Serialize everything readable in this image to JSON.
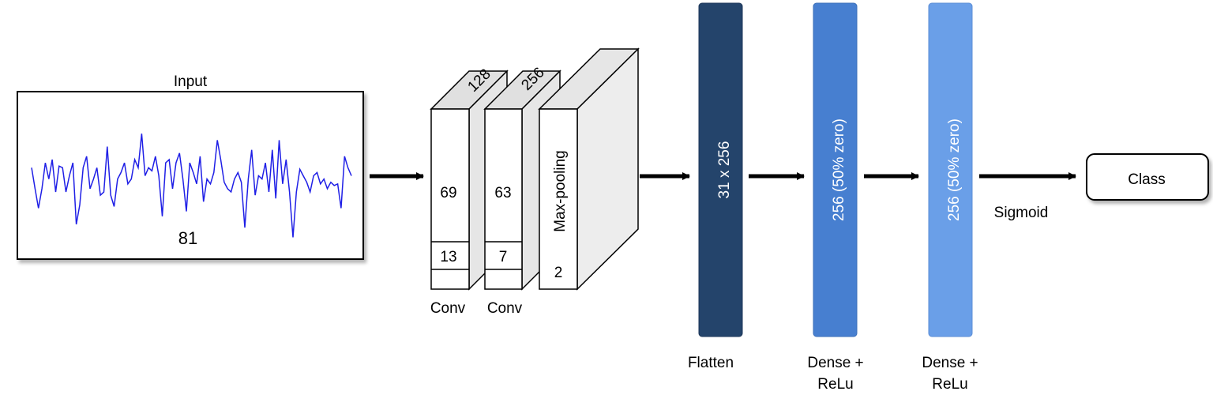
{
  "input": {
    "title": "Input",
    "size": "81",
    "signal_color": "#1f1fe6",
    "signal": [
      0.55,
      0.42,
      0.3,
      0.42,
      0.58,
      0.48,
      0.6,
      0.4,
      0.56,
      0.55,
      0.4,
      0.5,
      0.58,
      0.2,
      0.32,
      0.55,
      0.62,
      0.42,
      0.48,
      0.55,
      0.38,
      0.4,
      0.68,
      0.38,
      0.31,
      0.48,
      0.52,
      0.58,
      0.45,
      0.48,
      0.6,
      0.55,
      0.76,
      0.5,
      0.55,
      0.53,
      0.62,
      0.5,
      0.25,
      0.58,
      0.6,
      0.42,
      0.58,
      0.64,
      0.48,
      0.28,
      0.58,
      0.52,
      0.45,
      0.62,
      0.34,
      0.48,
      0.45,
      0.52,
      0.72,
      0.6,
      0.46,
      0.42,
      0.4,
      0.48,
      0.52,
      0.46,
      0.18,
      0.48,
      0.66,
      0.38,
      0.5,
      0.48,
      0.58,
      0.4,
      0.66,
      0.36,
      0.72,
      0.45,
      0.6,
      0.4,
      0.12,
      0.4,
      0.54,
      0.5,
      0.46,
      0.4,
      0.5,
      0.52,
      0.45,
      0.48,
      0.42,
      0.46,
      0.44,
      0.45,
      0.3,
      0.62,
      0.55,
      0.5
    ]
  },
  "conv_blocks": [
    {
      "depth": "128",
      "size": "69",
      "kernel": "13",
      "label": "Conv"
    },
    {
      "depth": "256",
      "size": "63",
      "kernel": "7",
      "label": "Conv"
    }
  ],
  "pool": {
    "label": "Max-pooling",
    "size": "2"
  },
  "flatten": {
    "text": "31 x 256",
    "label": "Flatten",
    "color": "#24446b"
  },
  "dense1": {
    "text": "256 (50% zero)",
    "label_line1": "Dense +",
    "label_line2": "ReLu",
    "color": "#477fd0"
  },
  "dense2": {
    "text": "256 (50% zero)",
    "label_line1": "Dense +",
    "label_line2": "ReLu",
    "color": "#6a9fe8"
  },
  "output": {
    "activation": "Sigmoid",
    "label": "Class"
  }
}
